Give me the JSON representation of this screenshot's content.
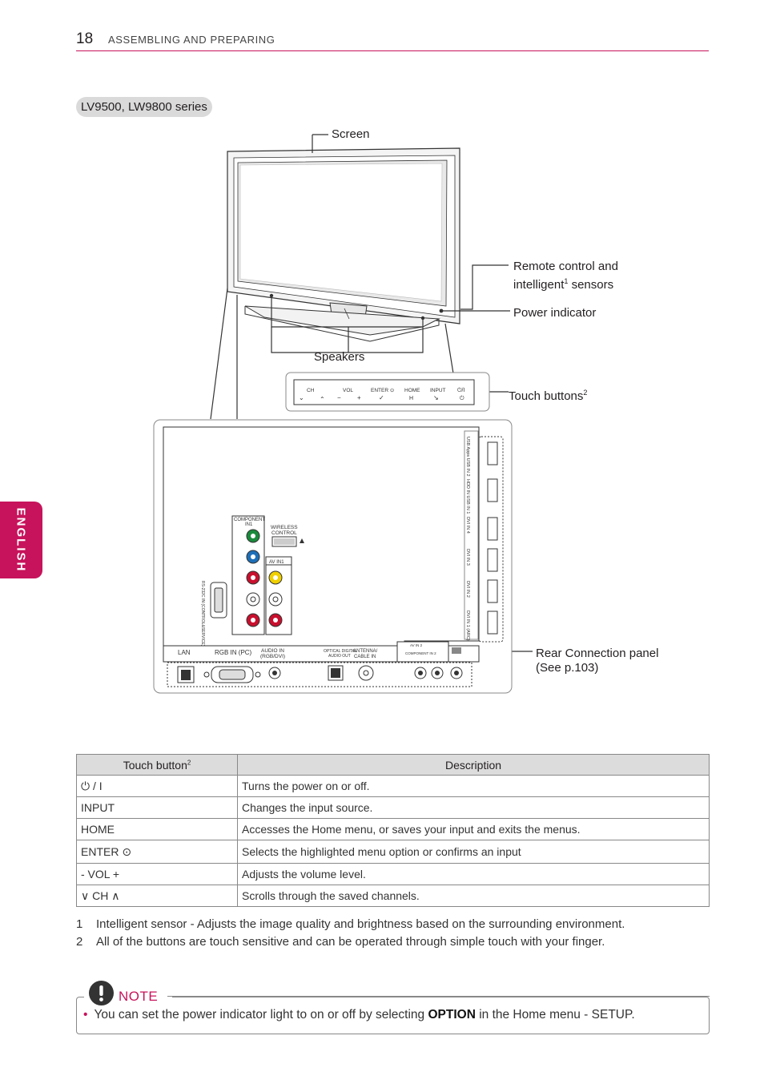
{
  "header": {
    "page_number": "18",
    "section": "ASSEMBLING AND PREPARING"
  },
  "side_tab": {
    "label": "ENGLISH"
  },
  "series": "LV9500, LW9800 series",
  "callouts": {
    "screen": "Screen",
    "remote_line1": "Remote control and",
    "remote_line2a": "intelligent",
    "remote_sup": "1",
    "remote_line2b": " sensors",
    "power_indicator": "Power indicator",
    "speakers": "Speakers",
    "touch_buttons": "Touch buttons",
    "touch_sup": "2",
    "rear_line1": "Rear Connection panel",
    "rear_line2": "(See p.103)"
  },
  "touch_panel": {
    "labels": [
      "CH",
      "VOL",
      "ENTER ⊙",
      "HOME",
      "INPUT",
      "⏻/I"
    ],
    "symbols": [
      "⌄",
      "⌃",
      "−",
      "+",
      "✓",
      "H",
      "↘",
      "⏻"
    ]
  },
  "rear_panel": {
    "bottom_labels": [
      "LAN",
      "RGB IN (PC)",
      "AUDIO IN",
      "(RGB/DVI)",
      "OPTICAL DIGITAL",
      "AUDIO OUT",
      "ANTENNA/",
      "CABLE IN"
    ],
    "component_label": [
      "COMPONENT",
      "IN1"
    ],
    "wireless_label": [
      "WIRELESS",
      "CONTROL"
    ],
    "av_label": "AV IN1",
    "rs232_label": "RS-232C IN (CONTROL&SERVICE)",
    "side_labels": [
      "USB Apps USB IN 2",
      "HDD IN USB IN 1",
      "DVI IN 4",
      "DVI IN 3",
      "DVI IN 2",
      "DVI IN 1 (ARC)"
    ],
    "small_labels": [
      "AV IN 2",
      "COMPONENT IN 2"
    ]
  },
  "table": {
    "headers": {
      "col1": "Touch button",
      "col1_sup": "2",
      "col2": "Description"
    },
    "rows": [
      {
        "button": "⏻ / I",
        "description": "Turns the power on or off."
      },
      {
        "button": "INPUT",
        "description": "Changes the input source."
      },
      {
        "button": "HOME",
        "description": "Accesses the Home menu, or saves your input and exits the menus."
      },
      {
        "button": "ENTER ⊙",
        "description": "Selects the highlighted menu option or confirms an input"
      },
      {
        "button": "- VOL +",
        "description": "Adjusts the volume level."
      },
      {
        "button": "∨ CH ∧",
        "description": "Scrolls through the saved channels."
      }
    ]
  },
  "footnotes": [
    {
      "num": "1",
      "text": "Intelligent sensor - Adjusts the image quality and brightness based on the surrounding environment."
    },
    {
      "num": "2",
      "text": "All of the buttons are touch sensitive and can be operated through simple touch with your finger."
    }
  ],
  "note": {
    "label": "NOTE",
    "bullet": "•",
    "text_before": "You can set the power indicator light to on or off by selecting ",
    "text_bold": "OPTION",
    "text_after": " in the Home menu - SETUP."
  },
  "colors": {
    "accent": "#c7135b",
    "table_header": "#dcdcdc",
    "pill": "#dadada"
  }
}
